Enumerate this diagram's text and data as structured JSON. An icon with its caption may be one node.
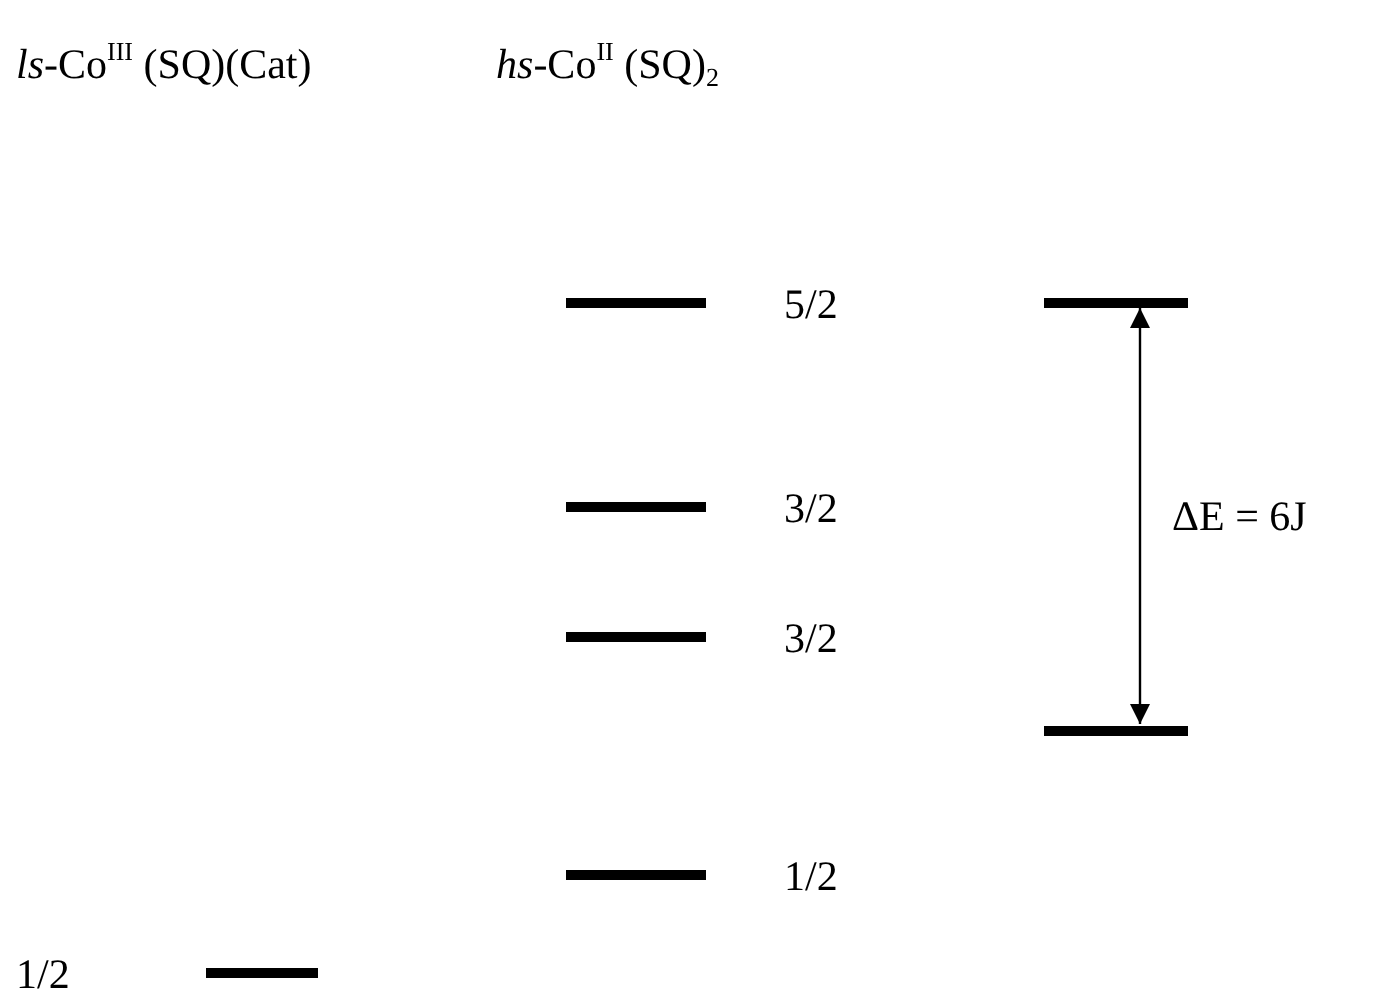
{
  "diagram": {
    "nodes": [
      {
        "text": [],
        "shape": "bar",
        "beside": [
          "1/2"
        ]
      },
      {
        "text": [],
        "shape": "bar",
        "beside": [
          "5/2"
        ]
      },
      {
        "text": [],
        "shape": "bar",
        "beside": [
          "3/2"
        ]
      },
      {
        "text": [],
        "shape": "bar",
        "beside": [
          "3/2"
        ]
      },
      {
        "text": [],
        "shape": "bar",
        "beside": [
          "1/2"
        ]
      },
      {
        "text": [],
        "shape": "bar"
      },
      {
        "text": [],
        "shape": "bar"
      }
    ],
    "edges": [
      {
        "from": 6,
        "to": 5,
        "arrow": "both",
        "label": "ΔE = 6J"
      }
    ],
    "labels": [
      "*ls*-Co$^{III}$ (SQ)(Cat)",
      "*hs*-Co$^{II}$ (SQ)$_{2}$"
    ]
  }
}
